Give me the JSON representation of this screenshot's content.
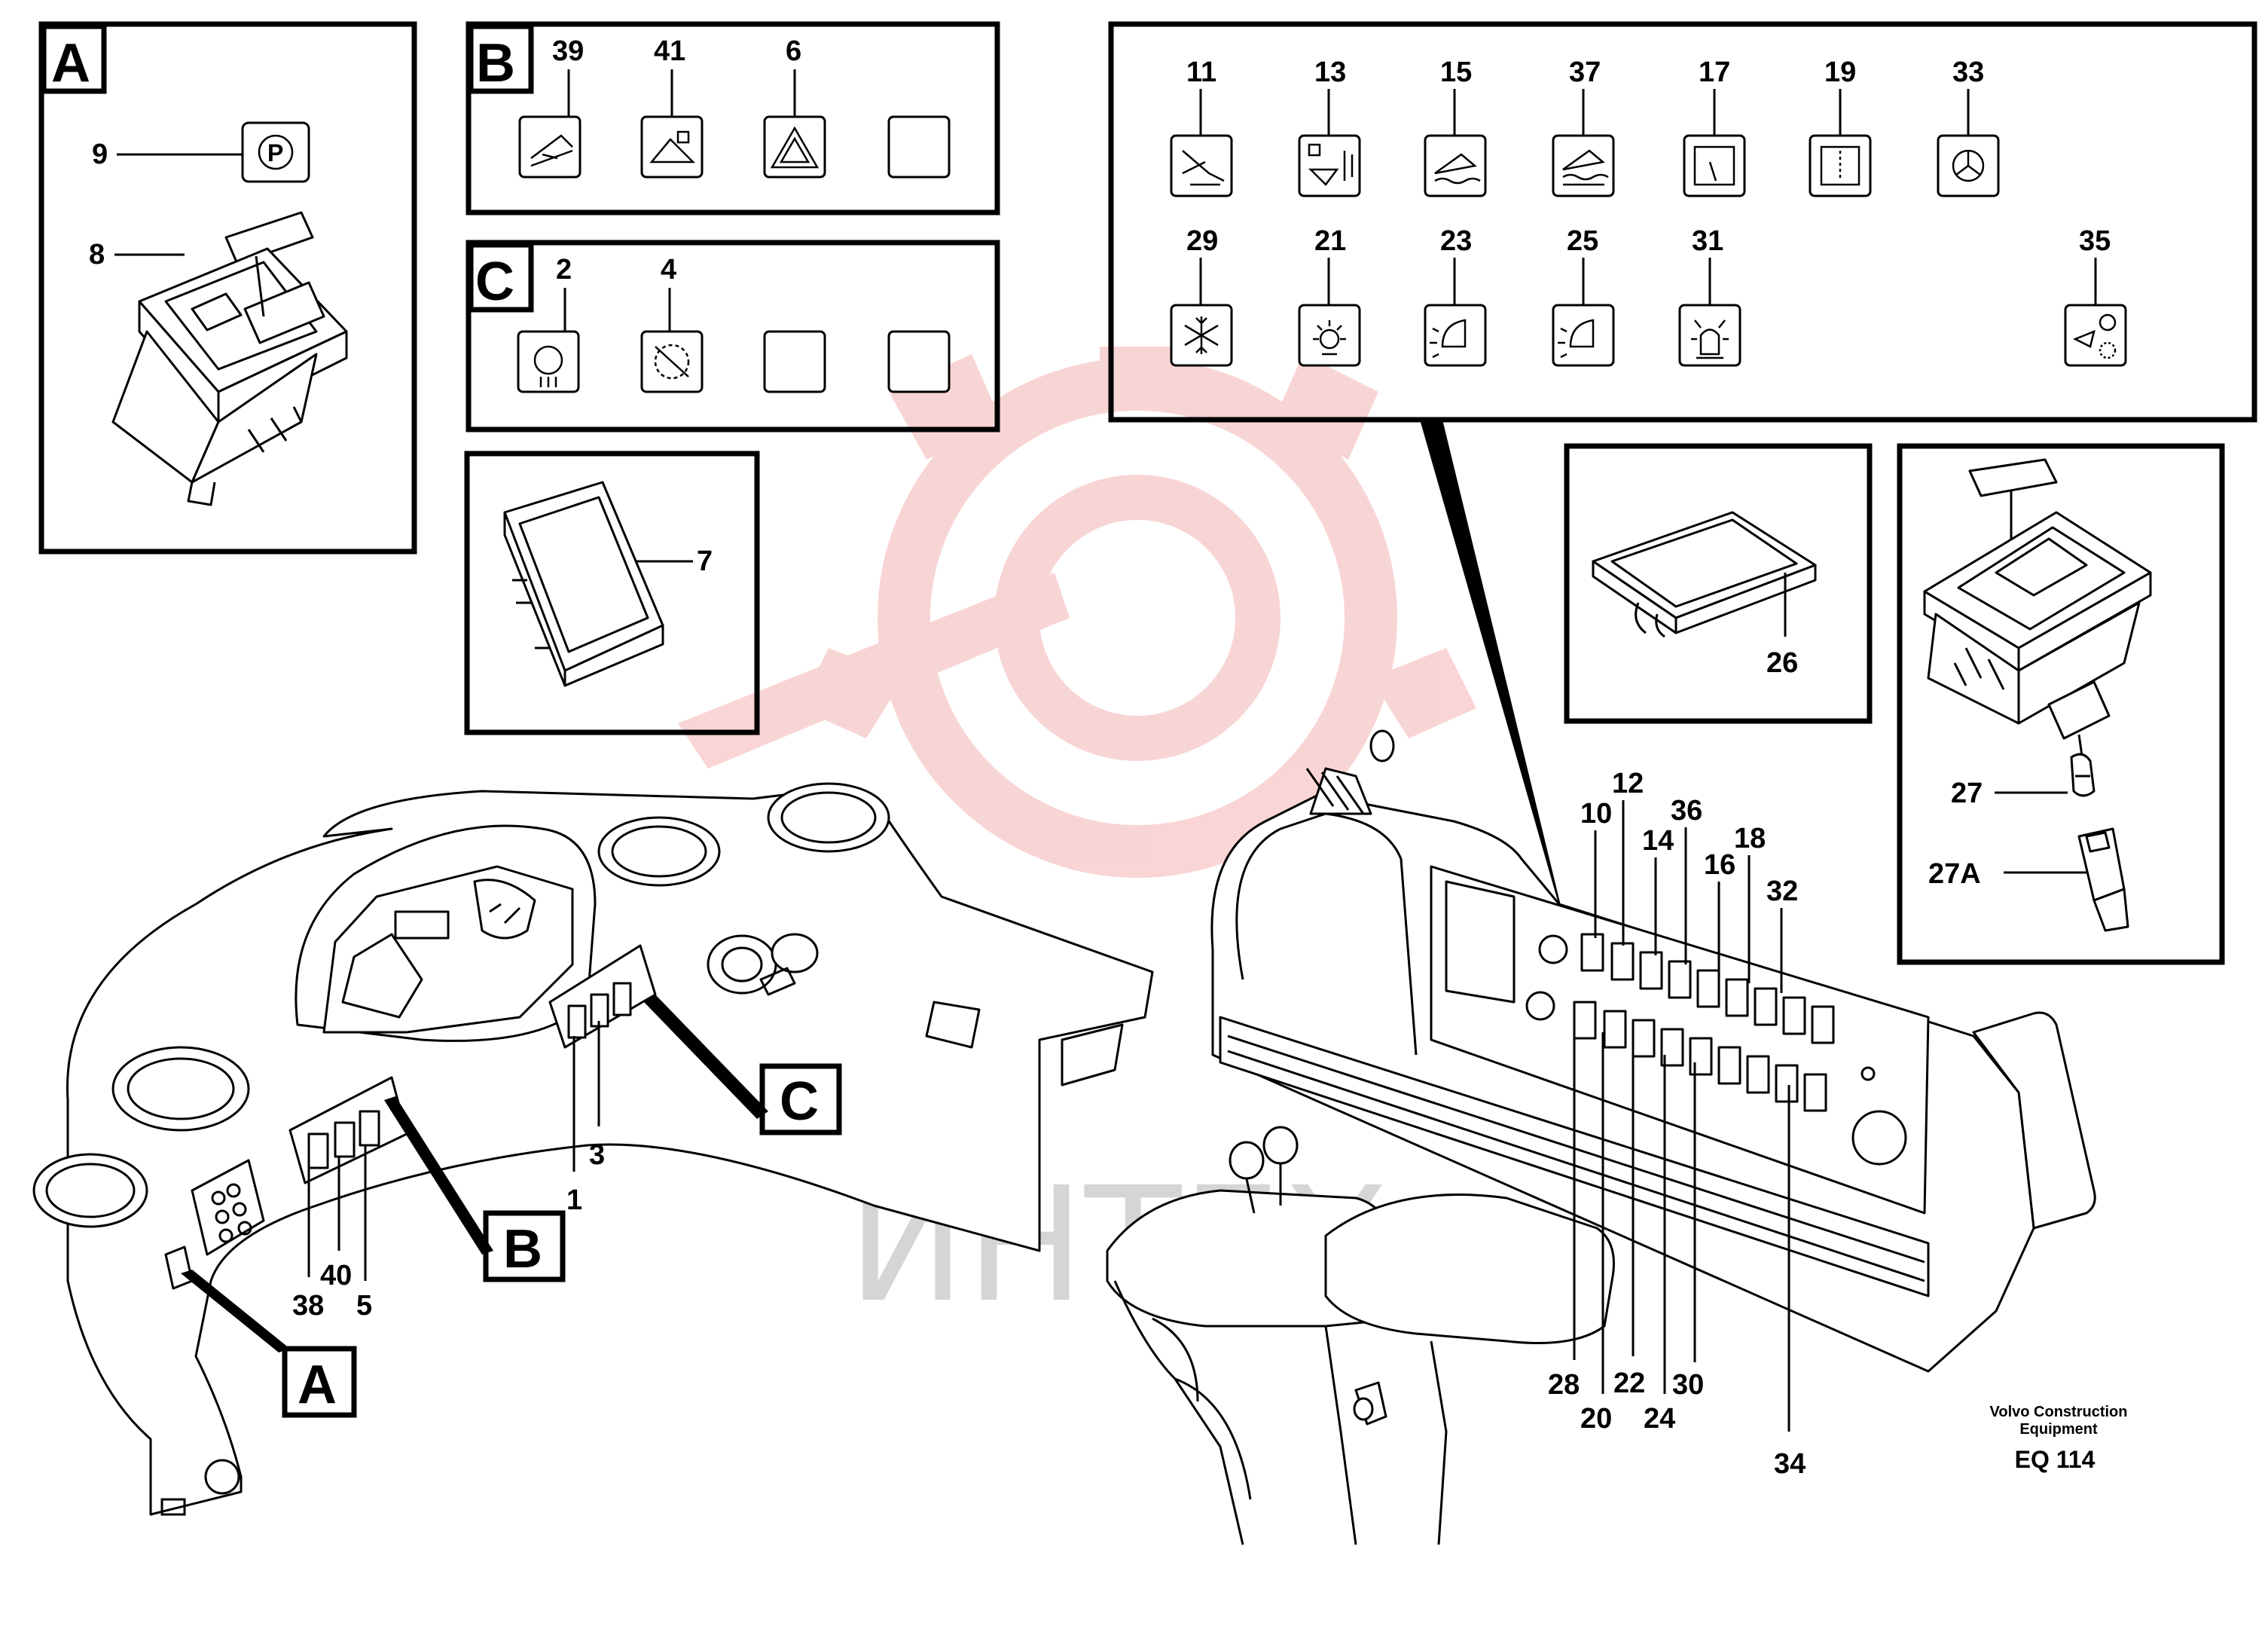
{
  "panels": {
    "A": {
      "letter": "A",
      "callouts": [
        "9",
        "8"
      ]
    },
    "B": {
      "letter": "B",
      "callouts": [
        "39",
        "41",
        "6"
      ]
    },
    "C": {
      "letter": "C",
      "callouts": [
        "2",
        "4"
      ]
    },
    "panel7": {
      "callout": "7"
    },
    "panel26": {
      "callout": "26"
    },
    "panel27": {
      "callouts": [
        "27",
        "27A"
      ]
    },
    "symbols": {
      "row1": [
        "11",
        "13",
        "15",
        "37",
        "17",
        "19",
        "33"
      ],
      "row2": [
        "29",
        "21",
        "23",
        "25",
        "31",
        "35"
      ]
    }
  },
  "dashboard_callouts": {
    "left": [
      "1",
      "3",
      "38",
      "40",
      "5"
    ],
    "right_top": [
      "10",
      "12",
      "14",
      "36",
      "16",
      "18",
      "32"
    ],
    "right_bottom": [
      "28",
      "20",
      "22",
      "24",
      "30",
      "34"
    ]
  },
  "section_tags": [
    "C",
    "B",
    "A"
  ],
  "icons": {
    "parking_brake": "P",
    "hazard": "warning-triangle-icon",
    "snowflake": "snowflake-icon",
    "beacon": "rotating-beacon-icon"
  },
  "footer": {
    "company_line1": "Volvo Construction",
    "company_line2": "Equipment",
    "code": "EQ 114"
  },
  "watermark": "ИНТЕХ"
}
